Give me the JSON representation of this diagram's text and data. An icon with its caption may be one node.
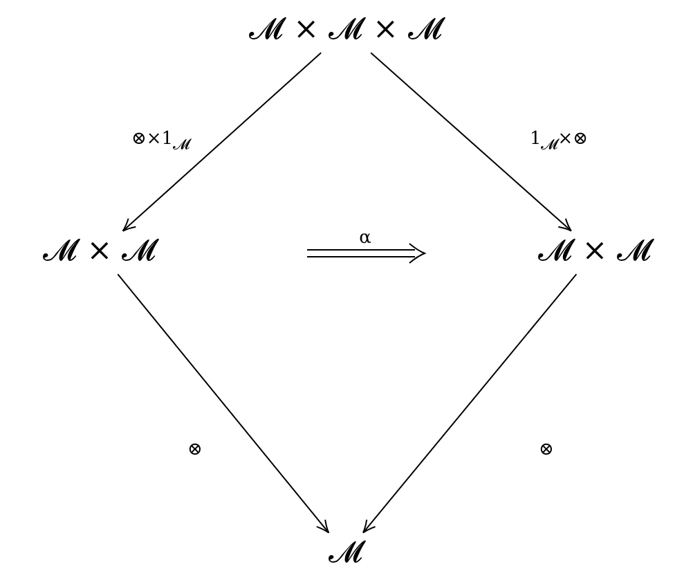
{
  "diagram": {
    "nodes": [
      {
        "text": [
          "𝓜 × 𝓜 × 𝓜"
        ]
      },
      {
        "text": [
          "𝓜 × 𝓜"
        ]
      },
      {
        "text": [
          "𝓜 × 𝓜"
        ]
      },
      {
        "text": [
          "𝓜"
        ]
      }
    ],
    "edges": [
      {
        "from": 0,
        "to": 1,
        "arrow": "to",
        "label": "⊗×1$_{𝓜}$"
      },
      {
        "from": 0,
        "to": 2,
        "arrow": "to",
        "label": "1$_{𝓜}$×⊗"
      },
      {
        "from": 1,
        "to": 3,
        "arrow": "to",
        "label": "⊗"
      },
      {
        "from": 2,
        "to": 3,
        "arrow": "to",
        "label": "⊗"
      }
    ],
    "labels": [
      "α"
    ]
  }
}
